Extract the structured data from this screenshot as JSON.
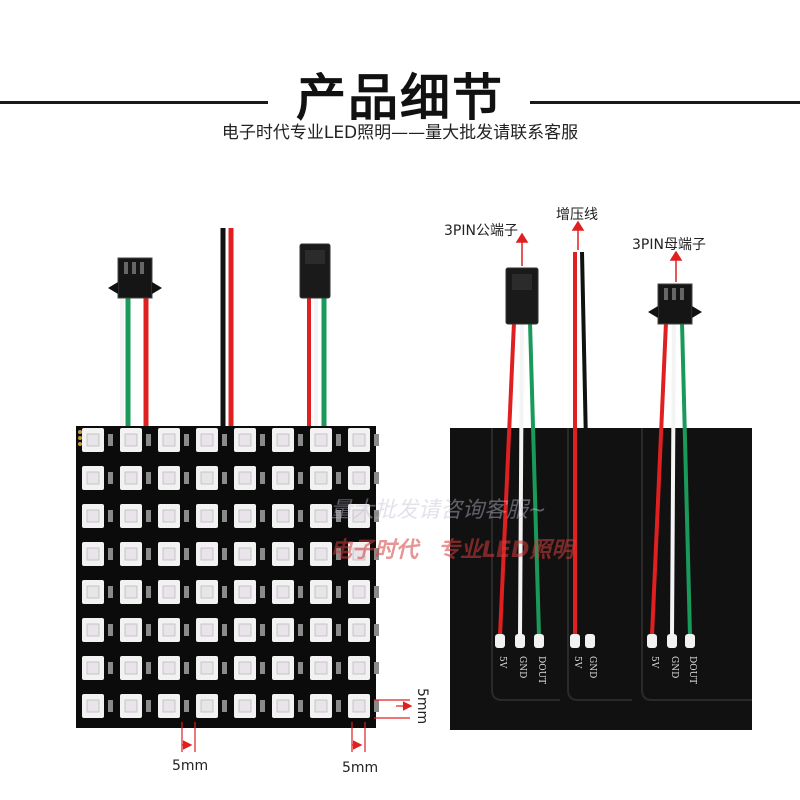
{
  "header": {
    "title": "产品细节",
    "subtitle": "电子时代专业LED照明——量大批发请联系客服"
  },
  "left_panel": {
    "grid": {
      "rows": 8,
      "cols": 8
    },
    "dimensions": {
      "spacing_label": "5mm",
      "bottom_left_label": "5mm",
      "bottom_right_label": "5mm"
    }
  },
  "right_panel": {
    "labels": {
      "male_connector": "3PIN公端子",
      "power_wire": "增压线",
      "female_connector": "3PIN母端子"
    },
    "pin_labels": {
      "male": [
        "5V",
        "GND",
        "DOUT"
      ],
      "power": [
        "5V",
        "GND"
      ],
      "female": [
        "5V",
        "GND",
        "DOUT"
      ]
    }
  },
  "watermark": {
    "line1": "量大批发请咨询客服~",
    "line2a": "电子时代",
    "line2b": "专业LED照明"
  },
  "colors": {
    "wire_red": "#e02020",
    "wire_green": "#1a9a5a",
    "wire_white": "#f4f4f4",
    "wire_black": "#111111",
    "board": "#0b0b0b"
  }
}
